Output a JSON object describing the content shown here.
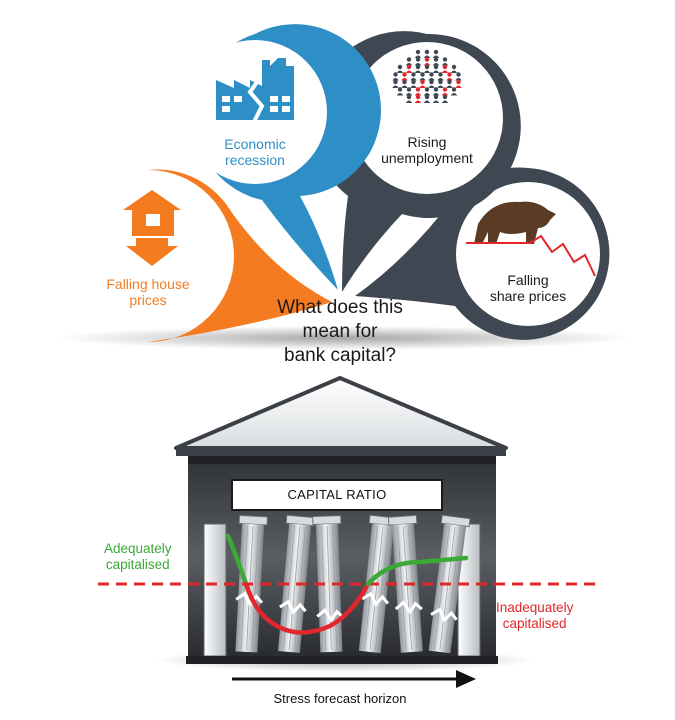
{
  "pins": {
    "house": {
      "line1": "Falling house",
      "line2": "prices",
      "color": "#f47b20",
      "icon": "house-down-arrow-icon"
    },
    "recession": {
      "line1": "Economic",
      "line2": "recession",
      "color": "#2e8fc7",
      "icon": "broken-factory-icon"
    },
    "unemployment": {
      "line1": "Rising",
      "line2": "unemployment",
      "color": "#3f4852",
      "icon": "crowd-icon"
    },
    "shares": {
      "line1": "Falling",
      "line2": "share prices",
      "color": "#3f4852",
      "icon": "bear-market-icon"
    }
  },
  "question": {
    "line1": "What does this",
    "line2": "mean for",
    "line3": "bank capital?"
  },
  "bank": {
    "title": "CAPITAL RATIO",
    "icon": "bank-building-icon"
  },
  "labels": {
    "adequate": {
      "line1": "Adequately",
      "line2": "capitalised",
      "color": "#3aa935"
    },
    "inadequate": {
      "line1": "Inadequately",
      "line2": "capitalised",
      "color": "#e3262b"
    }
  },
  "axis": {
    "label": "Stress forecast horizon"
  }
}
